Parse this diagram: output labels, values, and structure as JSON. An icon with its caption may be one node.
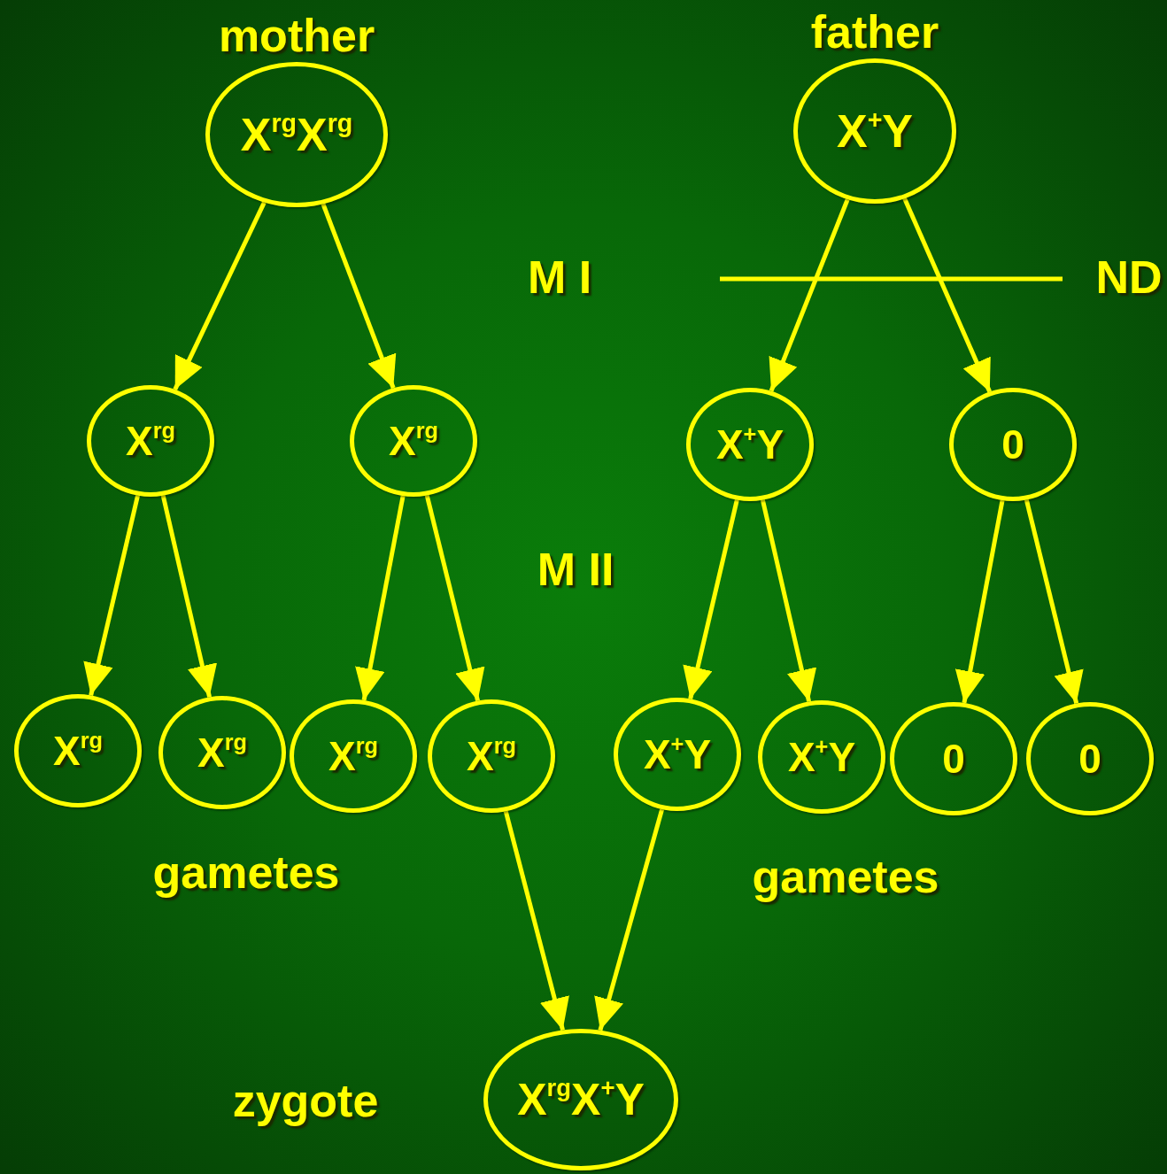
{
  "diagram": {
    "nodes": [
      {
        "text": [
          "mother",
          "X$^{rg}$X$^{rg}$"
        ]
      },
      {
        "text": [
          "father",
          "X$^{+}$Y"
        ]
      },
      {
        "text": [
          "X$^{rg}$"
        ]
      },
      {
        "text": [
          "X$^{rg}$"
        ]
      },
      {
        "text": [
          "X$^{+}$Y"
        ]
      },
      {
        "text": [
          "0"
        ]
      },
      {
        "text": [
          "X$^{rg}$"
        ]
      },
      {
        "text": [
          "X$^{rg}$"
        ]
      },
      {
        "text": [
          "X$^{rg}$"
        ]
      },
      {
        "text": [
          "X$^{rg}$"
        ]
      },
      {
        "text": [
          "X$^{+}$Y"
        ]
      },
      {
        "text": [
          "X$^{+}$Y"
        ]
      },
      {
        "text": [
          "0"
        ]
      },
      {
        "text": [
          "0"
        ]
      },
      {
        "text": [
          "X$^{rg}$X$^{+}$Y"
        ]
      }
    ],
    "edges": [
      {
        "from": 0,
        "to": 2,
        "arrow": "to"
      },
      {
        "from": 0,
        "to": 3,
        "arrow": "to"
      },
      {
        "from": 1,
        "to": 4,
        "arrow": "to"
      },
      {
        "from": 1,
        "to": 5,
        "arrow": "to"
      },
      {
        "from": 2,
        "to": 6,
        "arrow": "to"
      },
      {
        "from": 2,
        "to": 7,
        "arrow": "to"
      },
      {
        "from": 3,
        "to": 8,
        "arrow": "to"
      },
      {
        "from": 3,
        "to": 9,
        "arrow": "to"
      },
      {
        "from": 4,
        "to": 10,
        "arrow": "to"
      },
      {
        "from": 4,
        "to": 11,
        "arrow": "to"
      },
      {
        "from": 5,
        "to": 12,
        "arrow": "to"
      },
      {
        "from": 5,
        "to": 13,
        "arrow": "to"
      },
      {
        "from": 9,
        "to": 14,
        "arrow": "to"
      },
      {
        "from": 10,
        "to": 14,
        "arrow": "to"
      }
    ],
    "labels": [
      "M I",
      "ND",
      "M II",
      "gametes",
      "gametes",
      "zygote"
    ]
  }
}
